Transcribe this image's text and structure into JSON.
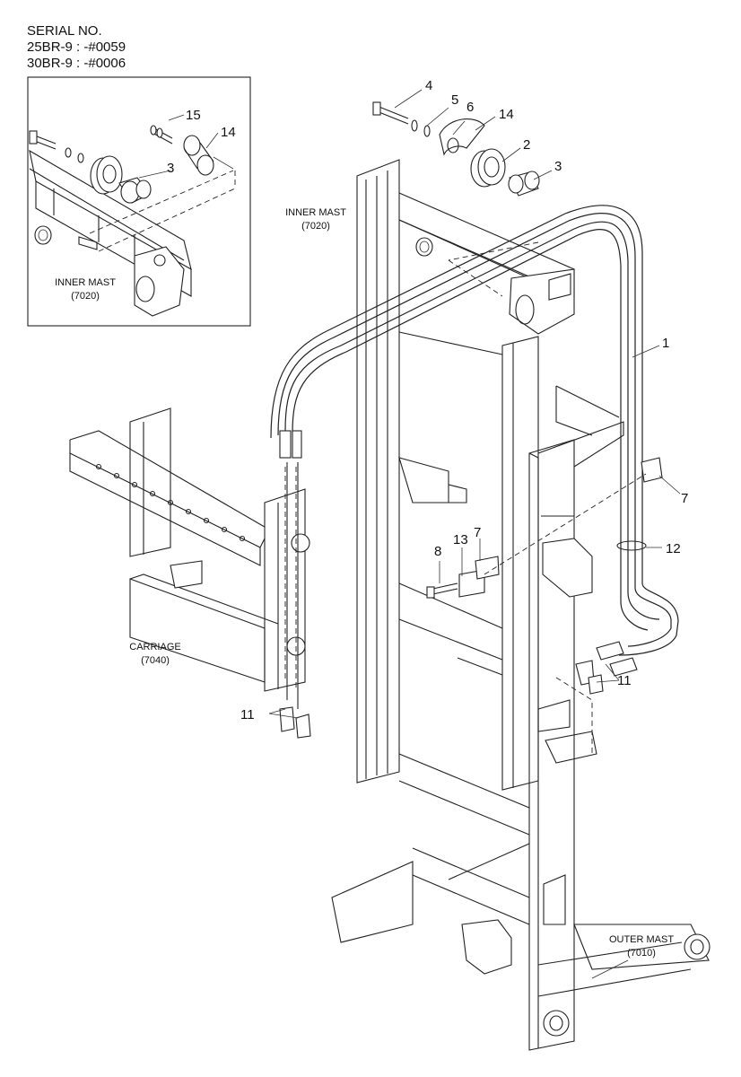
{
  "serial": {
    "title": "SERIAL NO.",
    "line1": "25BR-9 : -#0059",
    "line2": "30BR-9 : -#0006"
  },
  "names": {
    "inner_mast_inset": "INNER MAST",
    "inner_mast_inset_code": "(7020)",
    "inner_mast": "INNER MAST",
    "inner_mast_code": "(7020)",
    "carriage": "CARRIAGE",
    "carriage_code": "(7040)",
    "outer_mast": "OUTER MAST",
    "outer_mast_code": "(7010)"
  },
  "callouts": {
    "p1": "1",
    "p2": "2",
    "p3": "3",
    "p3_inset": "3",
    "p4": "4",
    "p5": "5",
    "p6": "6",
    "p7a": "7",
    "p7b": "7",
    "p8": "8",
    "p11a": "11",
    "p11b": "11",
    "p12": "12",
    "p13": "13",
    "p14": "14",
    "p14_inset": "14",
    "p15": "15"
  }
}
